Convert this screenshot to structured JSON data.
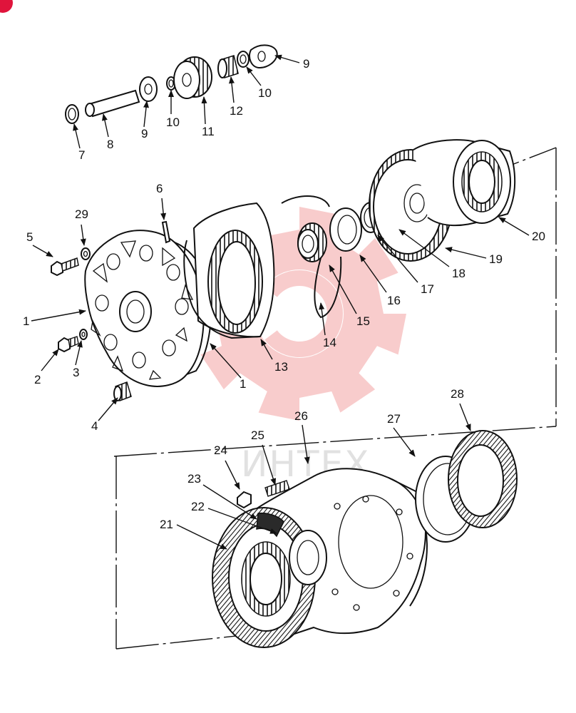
{
  "watermark": {
    "brand_text": "ИНТЕХ",
    "gear_color": "#f4a3a3"
  },
  "badge_color": "#e0143c",
  "callouts": [
    "1",
    "1",
    "2",
    "3",
    "4",
    "5",
    "6",
    "7",
    "8",
    "9",
    "9",
    "10",
    "10",
    "11",
    "12",
    "13",
    "14",
    "15",
    "16",
    "17",
    "18",
    "19",
    "20",
    "21",
    "22",
    "23",
    "24",
    "25",
    "26",
    "27",
    "28",
    "29"
  ]
}
